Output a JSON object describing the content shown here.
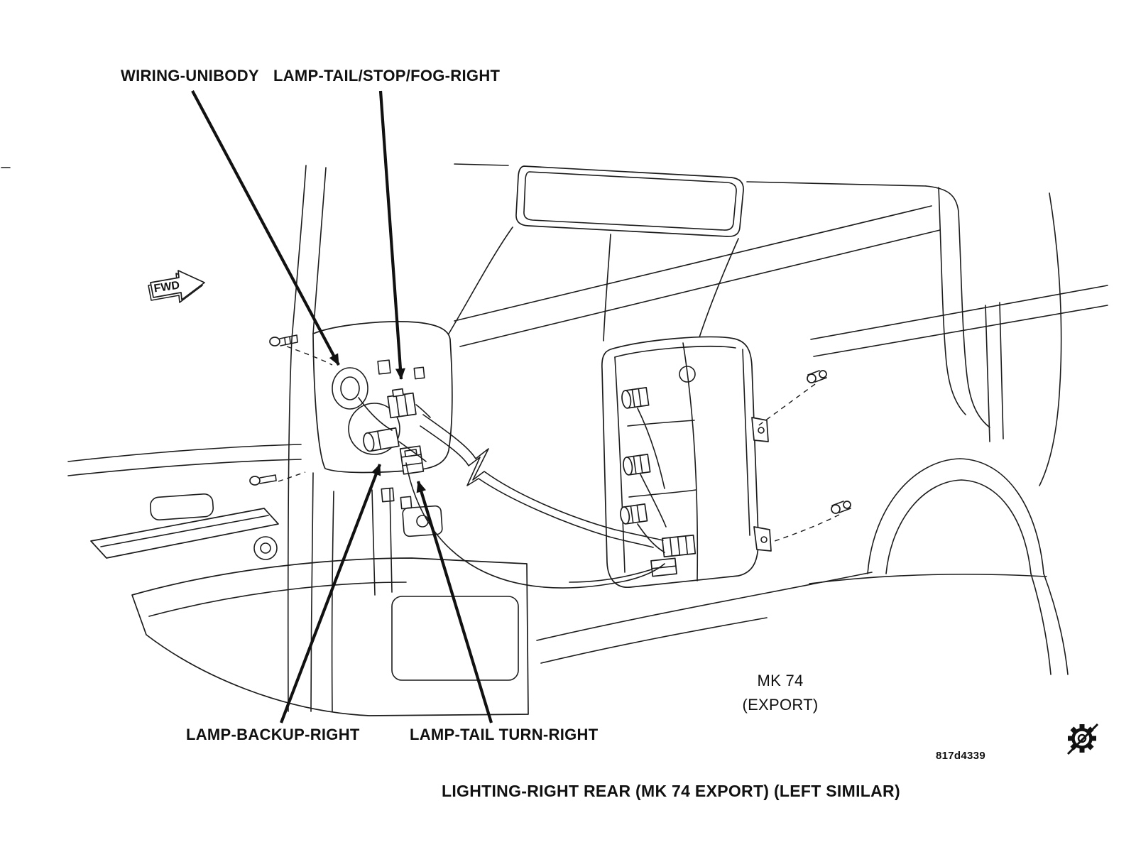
{
  "figure": {
    "caption": "LIGHTING-RIGHT REAR (MK 74 EXPORT) (LEFT SIMILAR)",
    "code": "817d4339",
    "variant": {
      "line1": "MK 74",
      "line2": "(EXPORT)"
    },
    "fwd": "FWD"
  },
  "callouts": {
    "wiring_unibody": "WIRING-UNIBODY",
    "lamp_tail_stop_fog_right": "LAMP-TAIL/STOP/FOG-RIGHT",
    "lamp_backup_right": "LAMP-BACKUP-RIGHT",
    "lamp_tail_turn_right": "LAMP-TAIL TURN-RIGHT"
  },
  "colors": {
    "background": "#ffffff",
    "line": "#1c1c1c",
    "text": "#111111"
  },
  "icons": {
    "gear": "gear-icon",
    "fwd_arrow": "fwd-arrow-icon"
  }
}
